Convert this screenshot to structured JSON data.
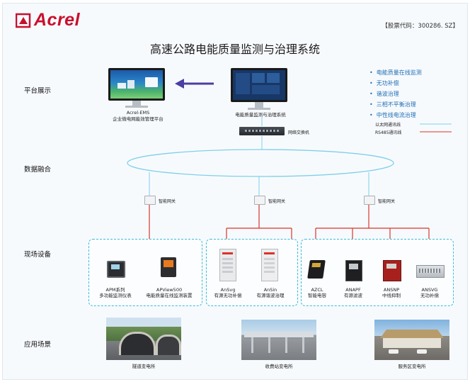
{
  "brand": {
    "name": "Acrel",
    "logo_icon": "acrel-logo-icon",
    "color": "#c8102e"
  },
  "stock_code": "【股票代码：300286. SZ】",
  "title": "高速公路电能质量监测与治理系统",
  "row_labels": {
    "platform": "平台展示",
    "data": "数据融合",
    "field": "现场设备",
    "app": "应用场景"
  },
  "platform": {
    "ems_name": "Acrel-EMS",
    "ems_desc": "企业微电网能效管理平台",
    "pq_system": "电能质量监测与治理系统",
    "switch": "网络交换机"
  },
  "features": [
    "电能质量在线监测",
    "无功补偿",
    "谐波治理",
    "三相不平衡治理",
    "中性线电流治理"
  ],
  "legend": {
    "ethernet": "以太网通讯线",
    "rs485": "RS485通讯线",
    "ethernet_color": "#7fd0e8",
    "rs485_color": "#d9342b"
  },
  "gateways": [
    "智能网关",
    "智能网关",
    "智能网关"
  ],
  "devices": {
    "apm_name": "APM系列",
    "apm_desc": "多功能监测仪表",
    "apview_name": "APView500",
    "apview_desc": "电能质量在线监测装置",
    "ansvg_name": "AnSvg",
    "ansvg_desc": "有源无功补偿",
    "ansin_name": "AnSin",
    "ansin_desc": "有源谐波治理",
    "azcl_name": "AZCL",
    "azcl_desc": "智能电容",
    "anapf_name": "ANAPF",
    "anapf_desc": "有源滤波",
    "ansnp_name": "ANSNP",
    "ansnp_desc": "中线抑制",
    "ansvg2_name": "ANSVG",
    "ansvg2_desc": "无功补偿"
  },
  "scenes": [
    "隧道变电所",
    "收费站变电所",
    "服务区变电所"
  ]
}
